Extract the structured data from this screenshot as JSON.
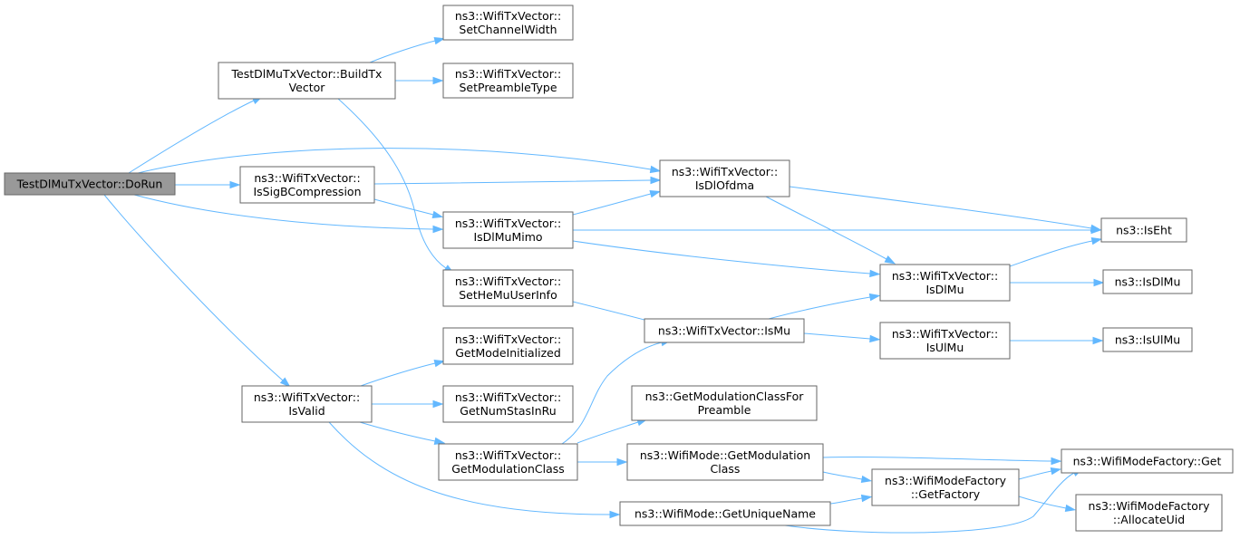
{
  "diagram": {
    "nodes": [
      {
        "id": "n0",
        "lines": [
          "TestDlMuTxVector::DoRun"
        ],
        "root": true
      },
      {
        "id": "n1",
        "lines": [
          "TestDlMuTxVector::BuildTx",
          "Vector"
        ]
      },
      {
        "id": "n2",
        "lines": [
          "ns3::WifiTxVector::",
          "SetChannelWidth"
        ]
      },
      {
        "id": "n3",
        "lines": [
          "ns3::WifiTxVector::",
          "SetPreambleType"
        ]
      },
      {
        "id": "n4",
        "lines": [
          "ns3::WifiTxVector::",
          "SetHeMuUserInfo"
        ]
      },
      {
        "id": "n5",
        "lines": [
          "ns3::WifiTxVector::",
          "IsDlOfdma"
        ]
      },
      {
        "id": "n6",
        "lines": [
          "ns3::IsEht"
        ]
      },
      {
        "id": "n7",
        "lines": [
          "ns3::WifiTxVector::",
          "IsDlMu"
        ]
      },
      {
        "id": "n8",
        "lines": [
          "ns3::IsDlMu"
        ]
      },
      {
        "id": "n9",
        "lines": [
          "ns3::WifiTxVector::",
          "IsDlMuMimo"
        ]
      },
      {
        "id": "n10",
        "lines": [
          "ns3::WifiTxVector::",
          "IsSigBCompression"
        ]
      },
      {
        "id": "n11",
        "lines": [
          "ns3::WifiTxVector::",
          "IsValid"
        ]
      },
      {
        "id": "n12",
        "lines": [
          "ns3::WifiTxVector::",
          "GetModeInitialized"
        ]
      },
      {
        "id": "n13",
        "lines": [
          "ns3::WifiTxVector::",
          "GetModulationClass"
        ]
      },
      {
        "id": "n14",
        "lines": [
          "ns3::GetModulationClassFor",
          "Preamble"
        ]
      },
      {
        "id": "n15",
        "lines": [
          "ns3::WifiTxVector::IsMu"
        ]
      },
      {
        "id": "n16",
        "lines": [
          "ns3::WifiTxVector::",
          "IsUlMu"
        ]
      },
      {
        "id": "n17",
        "lines": [
          "ns3::IsUlMu"
        ]
      },
      {
        "id": "n18",
        "lines": [
          "ns3::WifiMode::GetModulation",
          "Class"
        ]
      },
      {
        "id": "n19",
        "lines": [
          "ns3::WifiModeFactory::Get"
        ]
      },
      {
        "id": "n20",
        "lines": [
          "ns3::WifiModeFactory",
          "::GetFactory"
        ]
      },
      {
        "id": "n21",
        "lines": [
          "ns3::WifiModeFactory",
          "::AllocateUid"
        ]
      },
      {
        "id": "n22",
        "lines": [
          "ns3::WifiTxVector::",
          "GetNumStasInRu"
        ]
      },
      {
        "id": "n23",
        "lines": [
          "ns3::WifiMode::GetUniqueName"
        ]
      }
    ],
    "edges": [
      {
        "from": "n0",
        "to": "n1"
      },
      {
        "from": "n0",
        "to": "n5"
      },
      {
        "from": "n0",
        "to": "n9"
      },
      {
        "from": "n0",
        "to": "n10"
      },
      {
        "from": "n0",
        "to": "n11"
      },
      {
        "from": "n1",
        "to": "n2"
      },
      {
        "from": "n1",
        "to": "n3"
      },
      {
        "from": "n1",
        "to": "n4"
      },
      {
        "from": "n4",
        "to": "n15"
      },
      {
        "from": "n5",
        "to": "n6"
      },
      {
        "from": "n5",
        "to": "n7"
      },
      {
        "from": "n7",
        "to": "n6"
      },
      {
        "from": "n7",
        "to": "n8"
      },
      {
        "from": "n9",
        "to": "n5"
      },
      {
        "from": "n9",
        "to": "n6"
      },
      {
        "from": "n9",
        "to": "n7"
      },
      {
        "from": "n10",
        "to": "n5"
      },
      {
        "from": "n10",
        "to": "n9"
      },
      {
        "from": "n11",
        "to": "n12"
      },
      {
        "from": "n11",
        "to": "n13"
      },
      {
        "from": "n11",
        "to": "n22"
      },
      {
        "from": "n11",
        "to": "n23"
      },
      {
        "from": "n13",
        "to": "n14"
      },
      {
        "from": "n13",
        "to": "n15"
      },
      {
        "from": "n13",
        "to": "n18"
      },
      {
        "from": "n15",
        "to": "n7"
      },
      {
        "from": "n15",
        "to": "n16"
      },
      {
        "from": "n16",
        "to": "n17"
      },
      {
        "from": "n18",
        "to": "n19"
      },
      {
        "from": "n18",
        "to": "n20"
      },
      {
        "from": "n20",
        "to": "n19"
      },
      {
        "from": "n20",
        "to": "n21"
      },
      {
        "from": "n23",
        "to": "n19"
      },
      {
        "from": "n23",
        "to": "n20"
      }
    ]
  },
  "colors": {
    "edge": "#63b8ff",
    "node_border": "#666666",
    "root_fill": "#999999",
    "node_fill": "#ffffff"
  }
}
